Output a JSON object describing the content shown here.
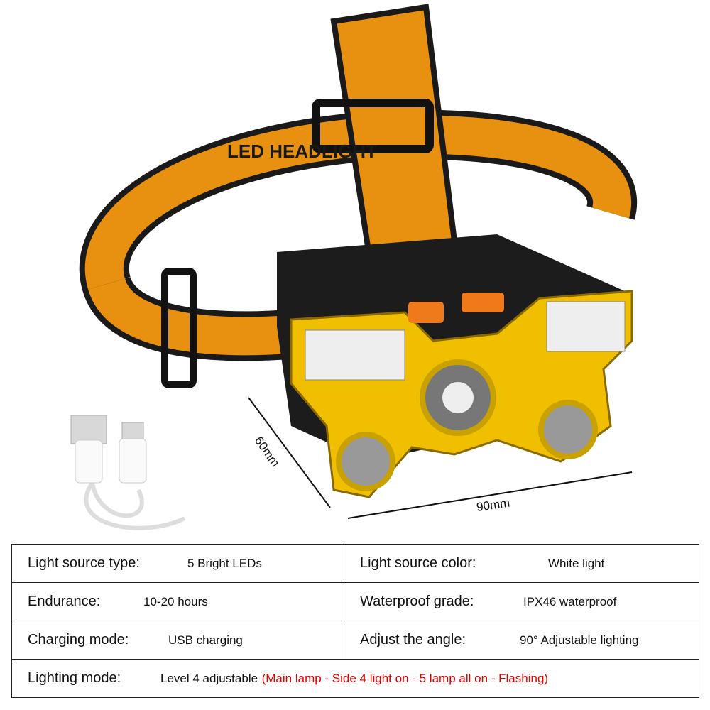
{
  "product_image": {
    "strap_text": "LED HEADLIGHT",
    "dimensions": {
      "depth": "60mm",
      "width": "90mm"
    },
    "colors": {
      "strap": "#e8900f",
      "housing": "#1c1c1c",
      "bezel": "#f0c000",
      "button": "#f07a1a"
    }
  },
  "specs": {
    "rows": [
      {
        "label": "Light source type:",
        "value": "5 Bright LEDs",
        "label2": "Light source color:",
        "value2": "White light"
      },
      {
        "label": "Endurance:",
        "value": "10-20 hours",
        "label2": "Waterproof grade:",
        "value2": "IPX46 waterproof"
      },
      {
        "label": "Charging mode:",
        "value": "USB charging",
        "label2": "Adjust the angle:",
        "value2": "90° Adjustable lighting"
      }
    ],
    "lighting": {
      "label": "Lighting mode:",
      "value": "Level 4 adjustable",
      "detail": "(Main lamp - Side 4 light on - 5 lamp all on - Flashing)",
      "detail_color": "#e00000"
    }
  }
}
